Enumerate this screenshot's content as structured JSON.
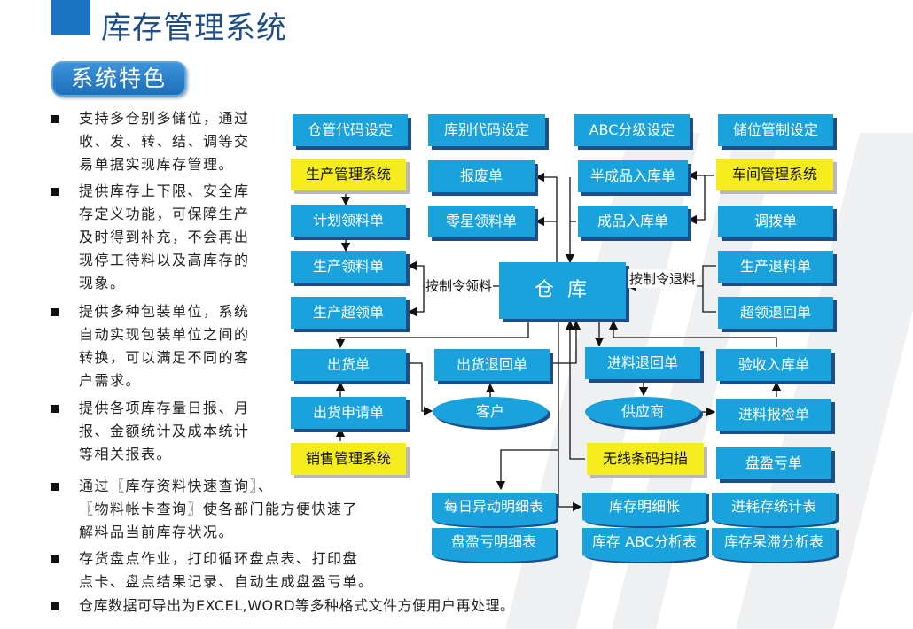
{
  "title": "库存管理系统",
  "feature_badge": "系统特色",
  "features": [
    {
      "lines": [
        "支持多仓别多储位，通过",
        "收、发、转、结、调等交",
        "易单据实现库存管理。"
      ]
    },
    {
      "lines": [
        "提供库存上下限、安全库",
        "存定义功能，可保障生产",
        "及时得到补充，不会再出",
        "现停工待料以及高库存的",
        "现象。"
      ]
    },
    {
      "lines": [
        "提供多种包装单位，系统",
        "自动实现包装单位之间的",
        "转换，可以满足不同的客",
        "户需求。"
      ]
    },
    {
      "lines": [
        "提供各项库存量日报、月",
        "报、金额统计及成本统计",
        "等相关报表。"
      ]
    },
    {
      "lines": [
        "通过〖库存资料快速查询〗、",
        "〖物料帐卡查询〗使各部门能方便快速了",
        "解料品当前库存状况。"
      ]
    },
    {
      "lines": [
        "存货盘点作业，打印循环盘点表、打印盘",
        "点卡、盘点结果记录、自动生成盘盈亏单。"
      ]
    },
    {
      "lines": [
        "仓库数据可导出为EXCEL,WORD等多种格式文件方便用户再处理。"
      ]
    }
  ],
  "diagram": {
    "top_row": [
      "仓管代码设定",
      "库别代码设定",
      "ABC分级设定",
      "储位管制设定"
    ],
    "warehouse": "仓 库",
    "production_system": "生产管理系统",
    "plan_pick": "计划领料单",
    "prod_pick": "生产领料单",
    "prod_over_pick": "生产超领单",
    "scrap": "报废单",
    "odd_pick": "零星领料单",
    "semi_in": "半成品入库单",
    "finished_in": "成品入库单",
    "workshop_system": "车间管理系统",
    "transfer": "调拨单",
    "prod_return": "生产退料单",
    "over_return": "超领退回单",
    "label_pick_order": "按制令领料",
    "label_return_order": "按制令退料",
    "ship": "出货单",
    "ship_request": "出货申请单",
    "sales_system": "销售管理系统",
    "ship_return": "出货退回单",
    "customer": "客户",
    "purchase_return": "进料退回单",
    "supplier": "供应商",
    "receive_in": "验收入库单",
    "purchase_inspect": "进料报检单",
    "barcode": "无线条码扫描",
    "stocktake_diff": "盘盈亏单",
    "reports": [
      "每日异动明细表",
      "库存明细帐",
      "进耗存统计表",
      "盘盈亏明细表",
      "库存 ABC分析表",
      "库存呆滞分析表"
    ]
  },
  "colors": {
    "box": "#1aa2dc",
    "shadow": "#1c4f8a",
    "yellow": "#f4ec1c",
    "title": "#1f4e86"
  }
}
